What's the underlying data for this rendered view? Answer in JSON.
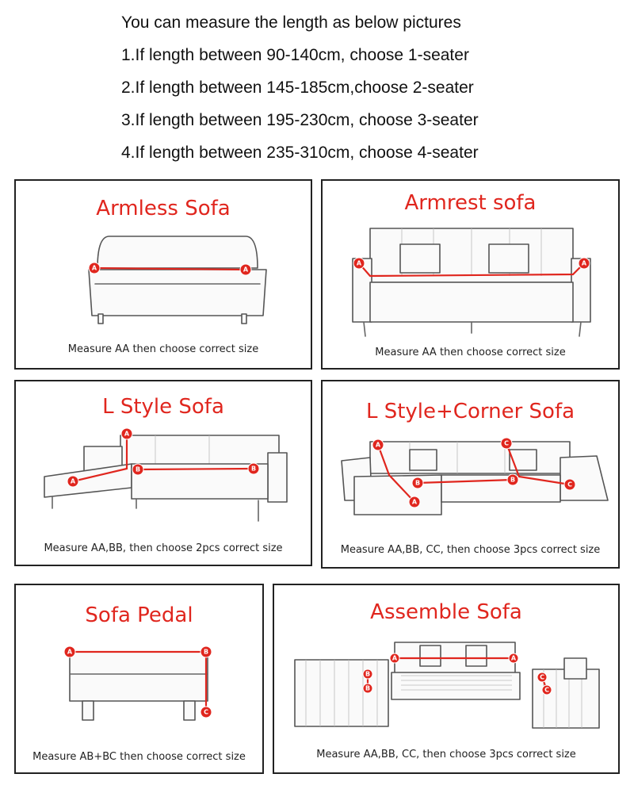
{
  "header": {
    "lines": [
      "You can measure the length as below pictures",
      "1.If length between 90-140cm, choose 1-seater",
      "2.If length between 145-185cm,choose 2-seater",
      "3.If length between 195-230cm, choose 3-seater",
      "4.If length between 235-310cm, choose 4-seater"
    ]
  },
  "colors": {
    "accent": "#e0261e",
    "border": "#222222"
  },
  "panels": {
    "armless": {
      "title": "Armless Sofa",
      "caption": "Measure AA then choose correct size",
      "markers": [
        "A",
        "A"
      ]
    },
    "armrest": {
      "title": "Armrest sofa",
      "caption": "Measure AA then choose correct size",
      "markers": [
        "A",
        "A"
      ]
    },
    "lstyle": {
      "title": "L Style Sofa",
      "caption": "Measure AA,BB, then choose 2pcs correct size",
      "markers": [
        "A",
        "A",
        "B",
        "B"
      ]
    },
    "lcorner": {
      "title": "L Style+Corner Sofa",
      "caption": "Measure AA,BB, CC, then choose 3pcs correct size",
      "markers": [
        "A",
        "A",
        "B",
        "B",
        "C",
        "C"
      ]
    },
    "pedal": {
      "title": "Sofa Pedal",
      "caption": "Measure AB+BC then choose correct size",
      "markers": [
        "A",
        "B",
        "C"
      ]
    },
    "assemble": {
      "title": "Assemble Sofa",
      "caption": "Measure AA,BB, CC, then choose 3pcs correct size",
      "markers": [
        "A",
        "A",
        "B",
        "B",
        "C",
        "C"
      ]
    }
  }
}
